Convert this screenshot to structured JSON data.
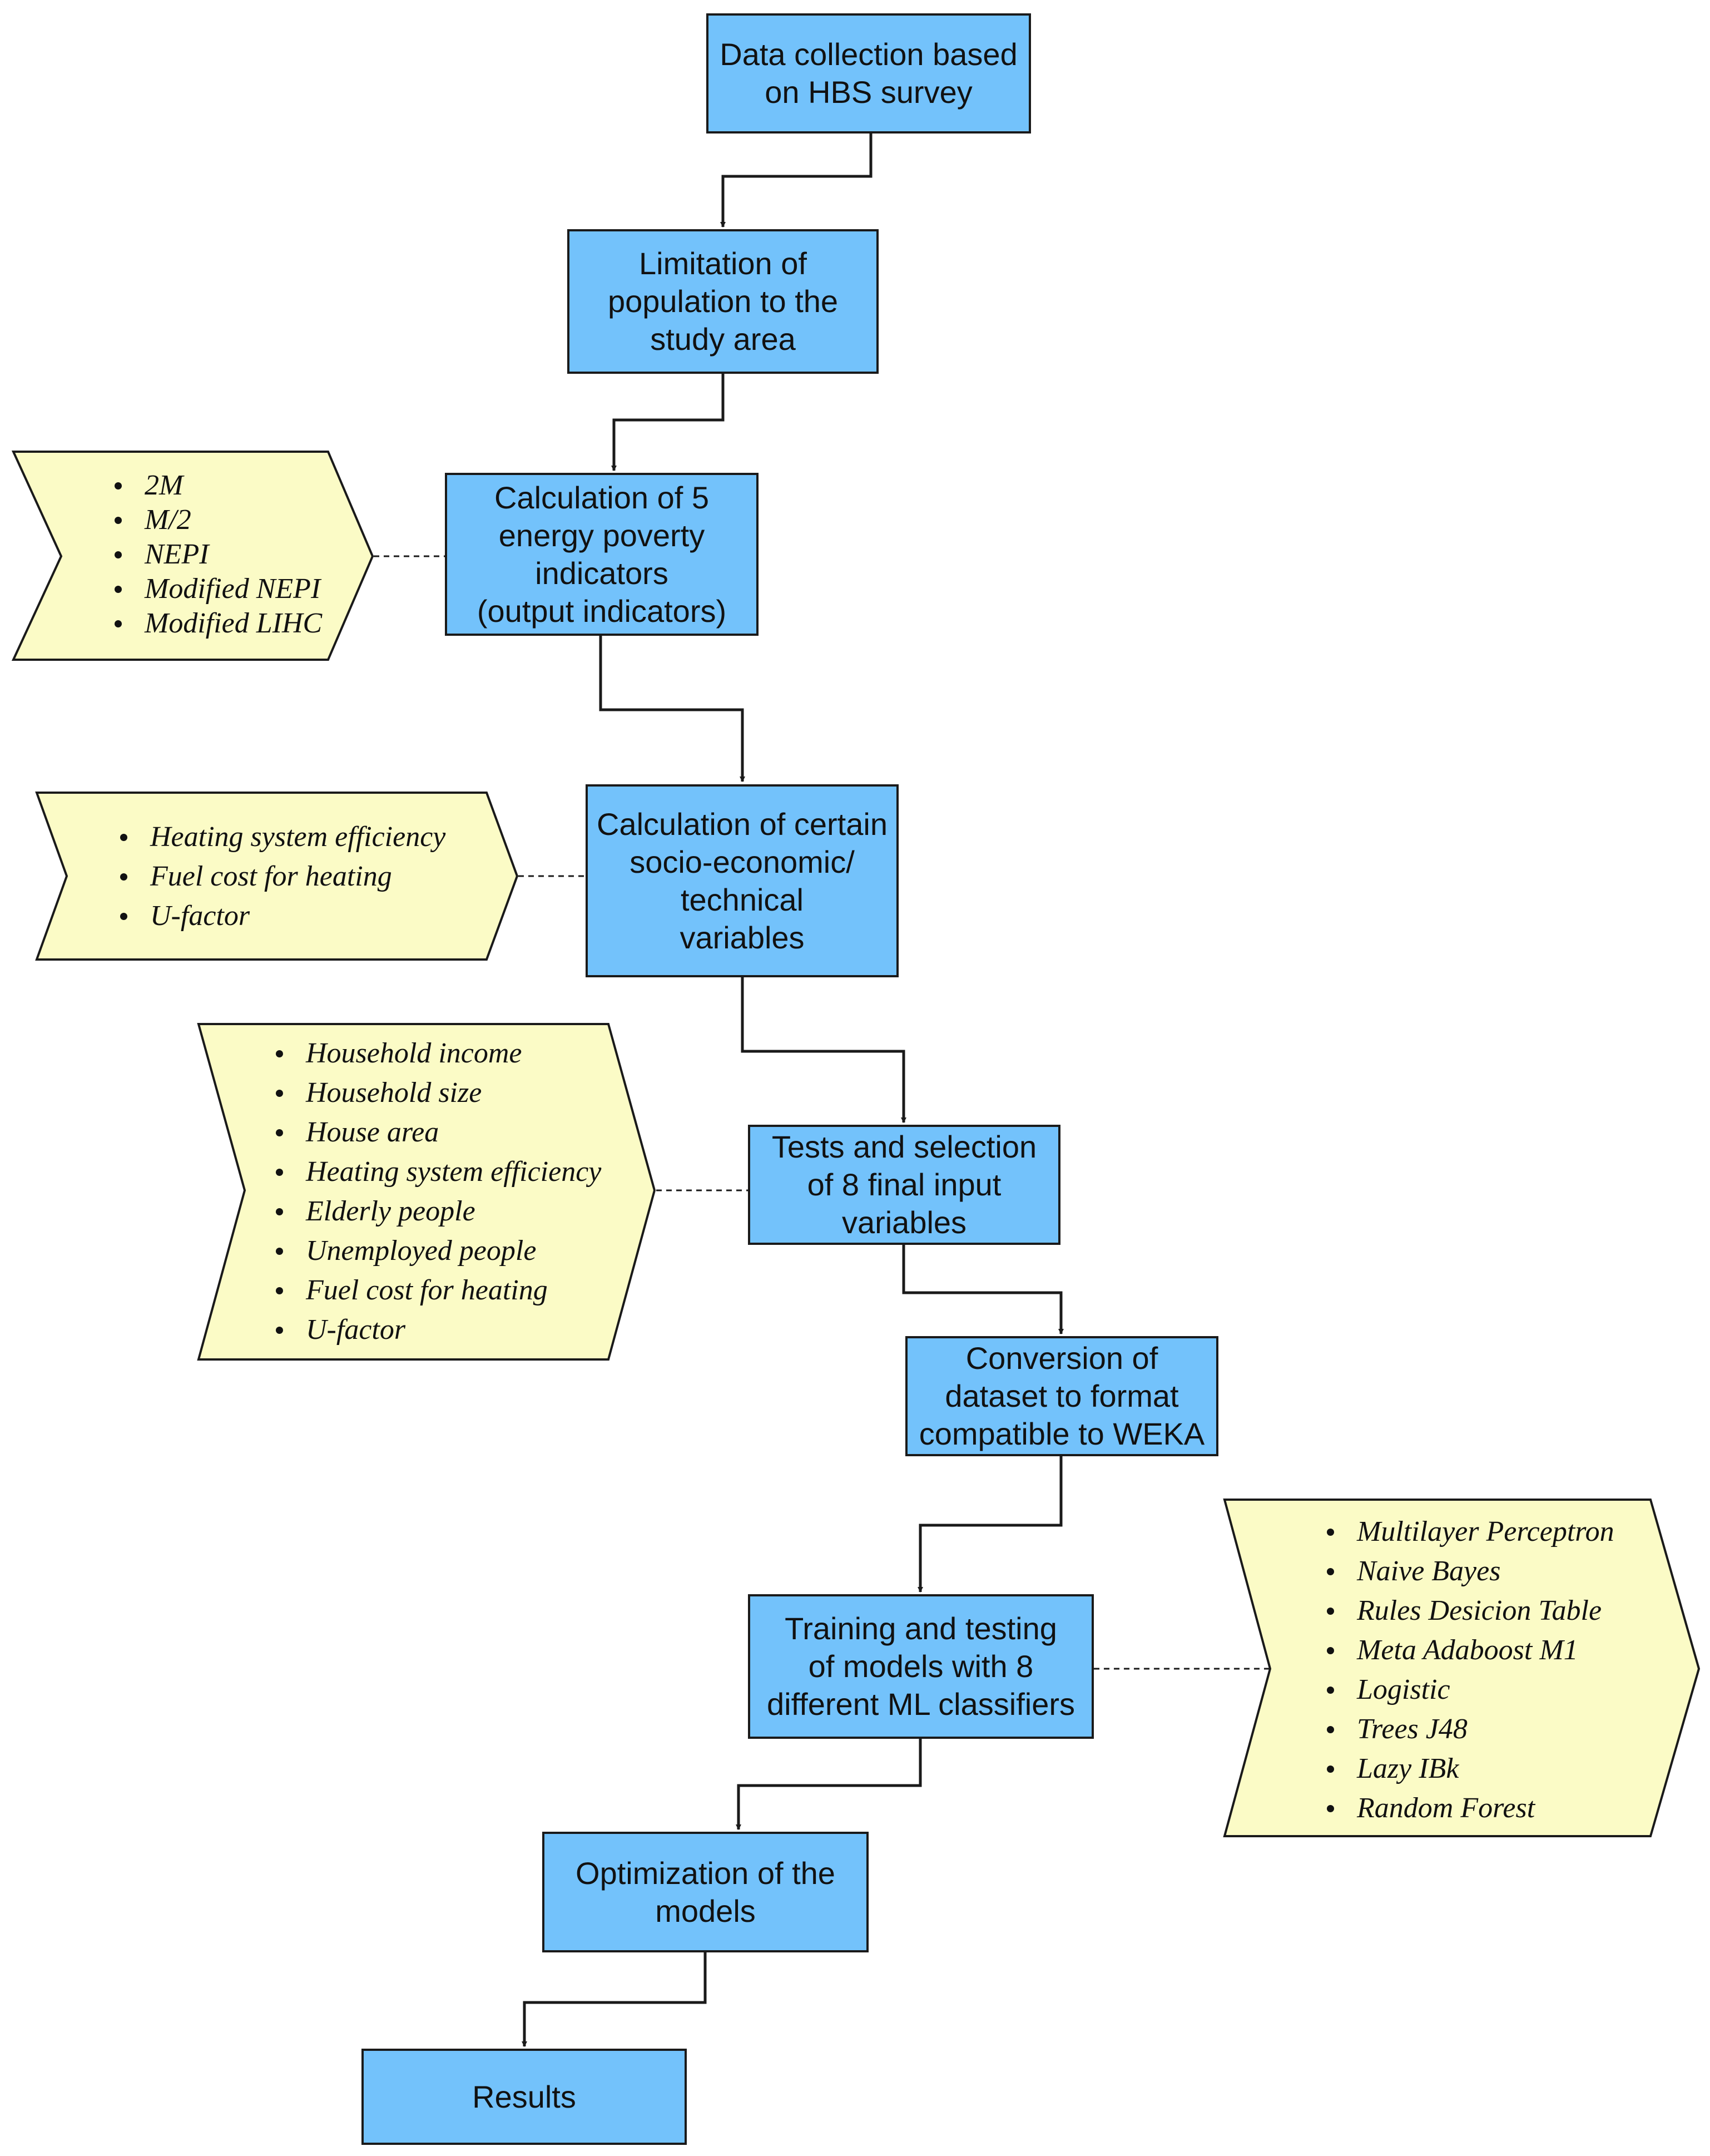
{
  "colors": {
    "process_box": "#73c2fb",
    "note_chevron": "#fbfbc6",
    "line": "#1a1a1a"
  },
  "steps": [
    {
      "id": "data-collection",
      "lines": [
        "Data collection based",
        "on HBS survey"
      ]
    },
    {
      "id": "limitation",
      "lines": [
        "Limitation of",
        "population to the",
        "study area"
      ]
    },
    {
      "id": "calc-indicators",
      "lines": [
        "Calculation of 5",
        "energy poverty",
        "indicators",
        "(output indicators)"
      ]
    },
    {
      "id": "calc-variables",
      "lines": [
        "Calculation of certain",
        "socio-economic/",
        "technical",
        "variables"
      ]
    },
    {
      "id": "tests-selection",
      "lines": [
        "Tests and selection",
        "of 8 final input",
        "variables"
      ]
    },
    {
      "id": "conversion",
      "lines": [
        "Conversion of",
        "dataset to format",
        "compatible to WEKA"
      ]
    },
    {
      "id": "training",
      "lines": [
        "Training and testing",
        "of models with 8",
        "different ML classifiers"
      ]
    },
    {
      "id": "optimization",
      "lines": [
        "Optimization of the",
        "models"
      ]
    },
    {
      "id": "results",
      "lines": [
        "Results"
      ]
    }
  ],
  "notes": [
    {
      "id": "indicators",
      "items": [
        "2M",
        "M/2",
        "NEPI",
        "Modified NEPI",
        "Modified LIHC"
      ]
    },
    {
      "id": "variables",
      "items": [
        "Heating system efficiency",
        "Fuel cost for heating",
        "U-factor"
      ]
    },
    {
      "id": "inputs",
      "items": [
        "Household income",
        "Household size",
        "House area",
        "Heating system efficiency",
        "Elderly people",
        "Unemployed people",
        "Fuel cost for heating",
        "U-factor"
      ]
    },
    {
      "id": "classifiers",
      "items": [
        "Multilayer Perceptron",
        "Naive Bayes",
        "Rules Desicion Table",
        "Meta Adaboost M1",
        "Logistic",
        "Trees J48",
        "Lazy IBk",
        "Random Forest"
      ]
    }
  ]
}
